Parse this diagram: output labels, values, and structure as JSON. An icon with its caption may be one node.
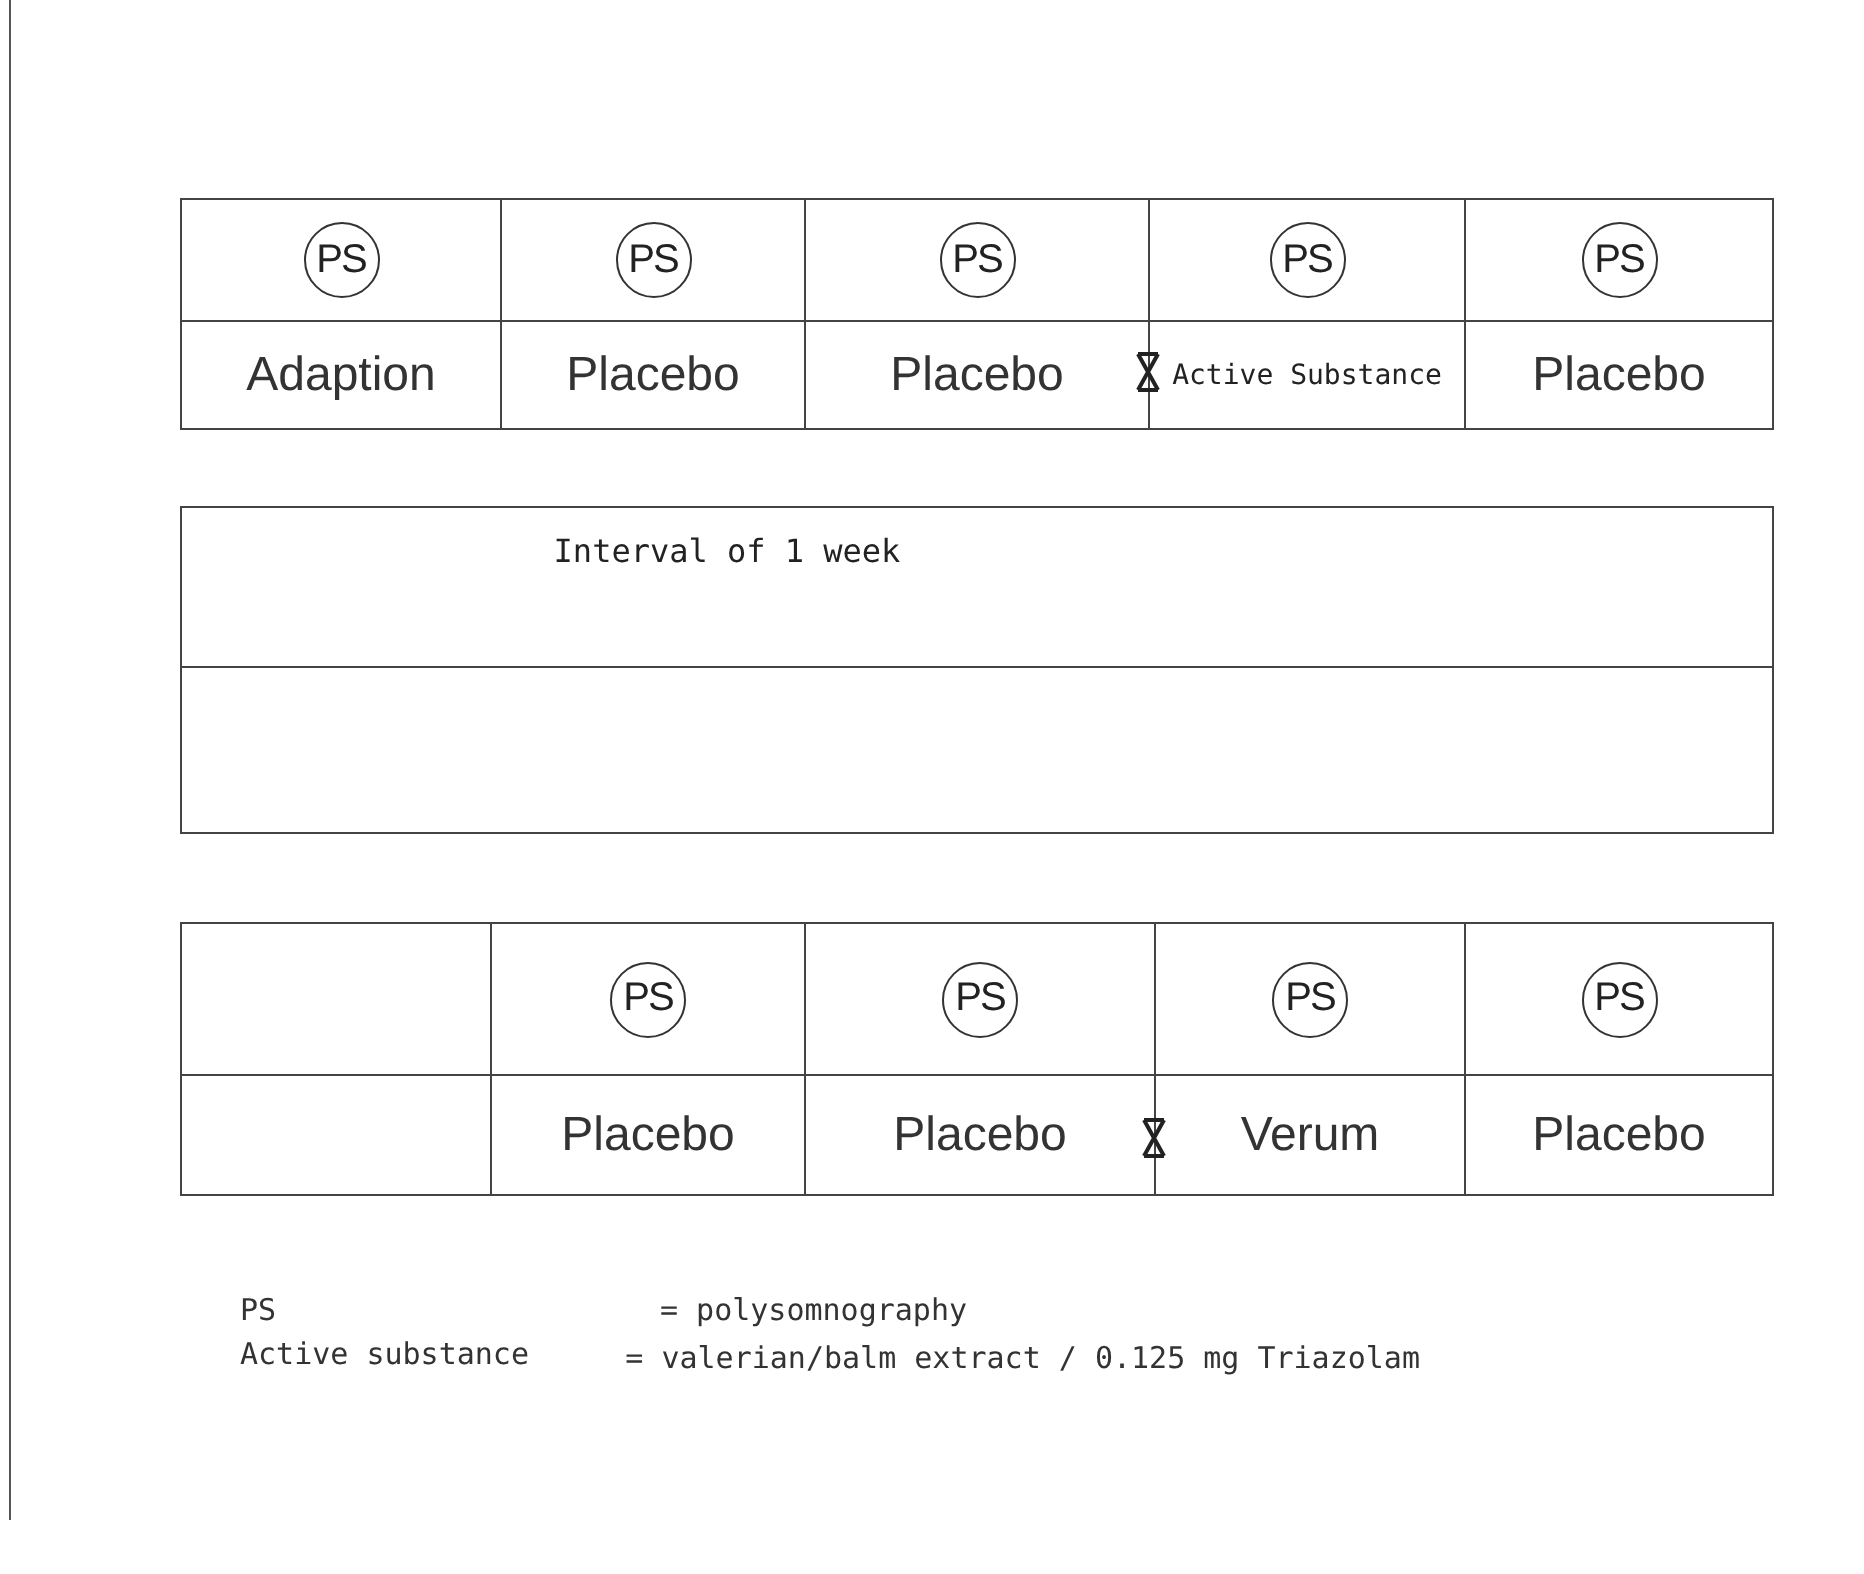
{
  "diagram": {
    "labels": [
      "PS",
      "PS",
      "PS",
      "PS",
      "PS",
      "Adaption",
      "Placebo",
      "Placebo",
      "Active Substance",
      "Placebo",
      "Interval of 1 week",
      "PS",
      "PS",
      "PS",
      "PS",
      "Placebo",
      "Placebo",
      "Verum",
      "Placebo",
      "PS",
      "= polysomnography",
      "Active substance",
      "= valerian/balm extract / 0.125 mg Triazolam"
    ]
  }
}
